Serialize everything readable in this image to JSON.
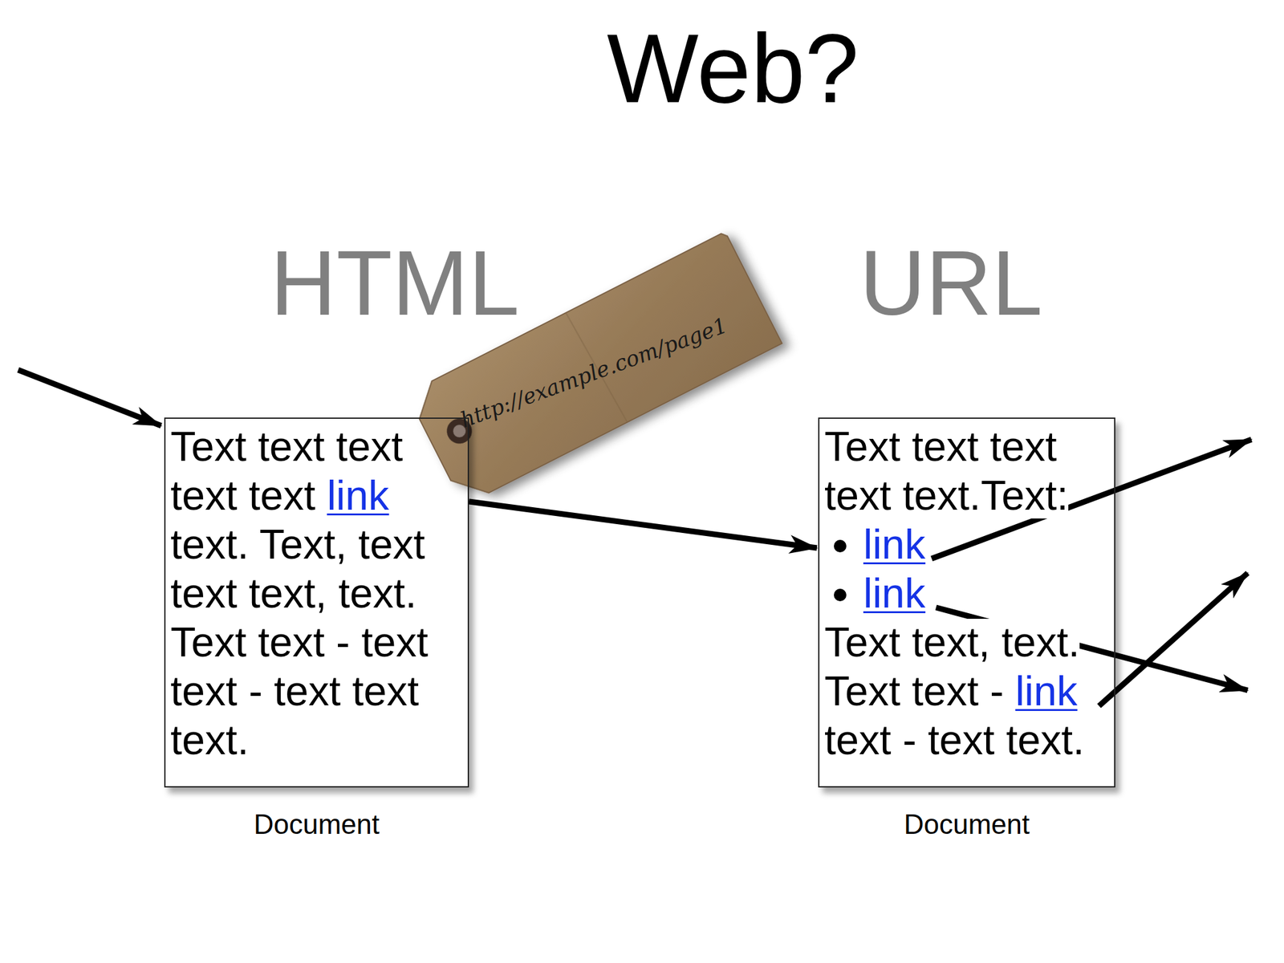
{
  "diagram": {
    "title": "Web?",
    "nodes": [
      {
        "text": [
          "Text text text text text",
          "link",
          "text. Text, text text text, text. Text text - text text - text text text.",
          "Document"
        ]
      },
      {
        "text": [
          "Text text text text text.Text:",
          "link",
          "link",
          "Text text, text. Text text -",
          "link",
          "text - text text.",
          "Document"
        ]
      }
    ],
    "edges": [
      {
        "from": 0,
        "to": 1,
        "arrow": "to"
      }
    ],
    "labels": [
      "HTML",
      "URL",
      "http://example.com/page1"
    ]
  }
}
